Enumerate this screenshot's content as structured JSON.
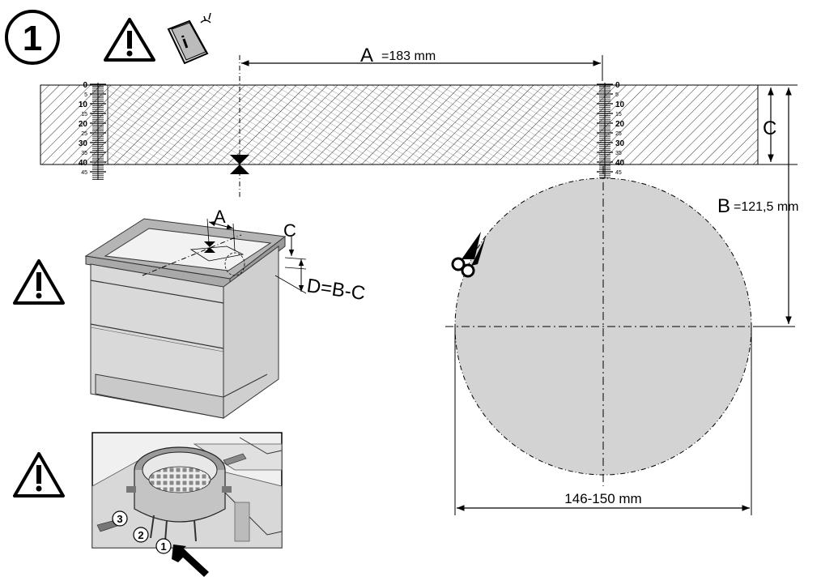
{
  "step_badge": {
    "number": "1"
  },
  "dimensions": {
    "a_letter": "A",
    "a_value": "=183 mm",
    "b_letter": "B",
    "b_value": "=121,5 mm",
    "c_letter": "C",
    "diameter": "146-150 mm",
    "formula": "D=B-C"
  },
  "gauge": {
    "ticks": [
      "0",
      "5",
      "10",
      "15",
      "20",
      "25",
      "30",
      "35",
      "40",
      "45"
    ]
  },
  "cabinet_labels": {
    "a": "A",
    "c": "C"
  },
  "filter_callouts": [
    "1",
    "2",
    "3"
  ],
  "icons": {
    "warning": "warning-triangle-icon",
    "manual": "info-manual-icon",
    "scissors": "scissors-icon",
    "arrow": "push-arrow-icon"
  },
  "colors": {
    "cutout_fill": "#d3d3d3",
    "line": "#000000",
    "cabinet": "#d9d9d9"
  }
}
